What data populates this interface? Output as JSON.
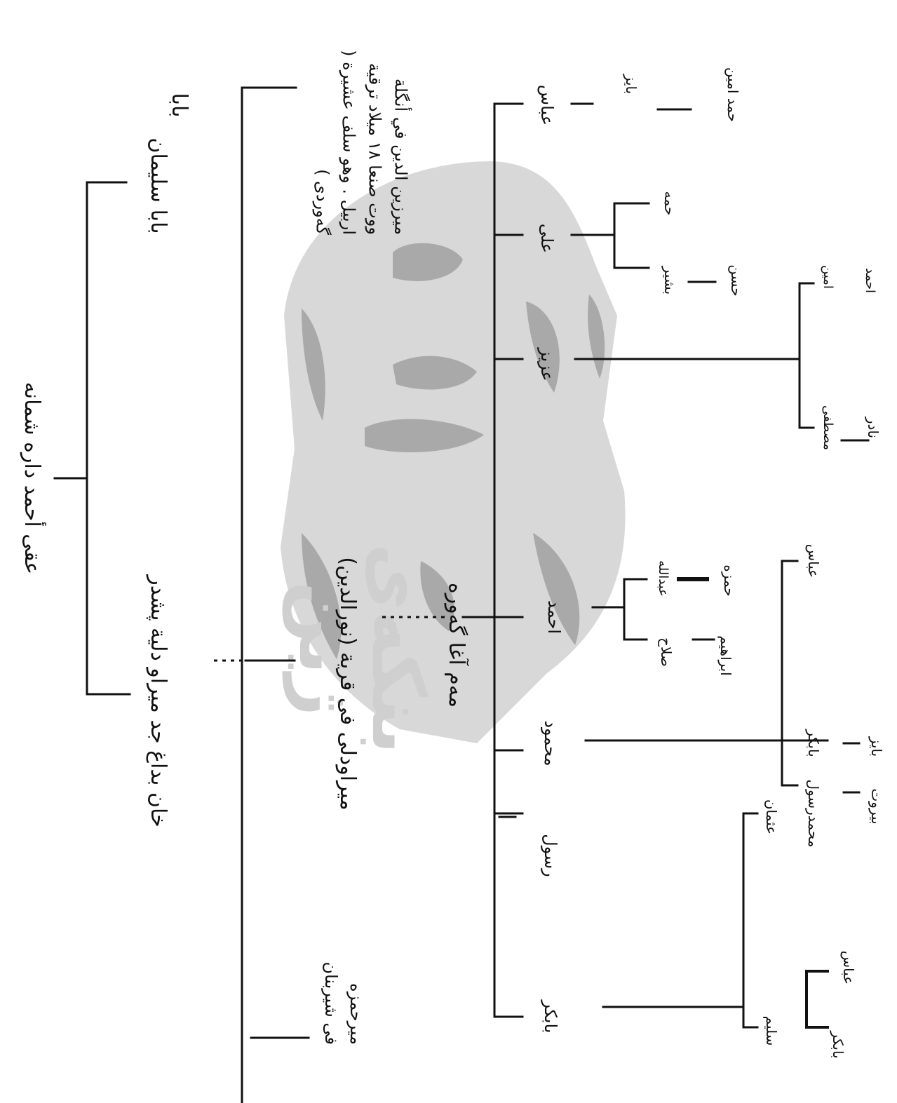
{
  "title": "عقی أحمد داره شمانه",
  "branches": {
    "baba_sliman": "بابا سلیمان",
    "baba": "بابا",
    "khan_budagh": "خان بداغ جد میراو دلیة پشدر",
    "mirzain": "میرزین الدین في أنگلة ووت صنعا ١٨ میلاد ترقية اربيل . وهو سلف عشيرة ( گەوردی )",
    "miraw": "میراودلی فی قریة (نورالدين)",
    "mirhamza": "میرحمزه فی شیربنان",
    "mam_agha": "مه‌م آغا گەوره"
  },
  "level2": {
    "abbas": "عباس",
    "ali": "علی",
    "aziz": "عزیز",
    "ahmad": "احمد",
    "mahmud": "محمود",
    "rasul": "رسول",
    "babakr": "بابكر"
  },
  "level3": {
    "bayiz": "بایز",
    "hama_amin": "حمد امین",
    "hama": "حمه",
    "bashir": "بشیر",
    "hasan": "حسن",
    "amin": "امین",
    "mustafa": "مصطفی",
    "ahmad": "احمد",
    "nadir": "نادر",
    "abdullah": "عبدالله",
    "hamza": "حمزه",
    "salah": "صلاح",
    "ibrahim": "ابراهیم",
    "abbas": "عباس",
    "bakr": "بابكر",
    "bayiz2": "بایز",
    "mahmud_ahmad": "محمدرسول",
    "bayazid": "بیروت",
    "osman": "عثمان",
    "abbas2": "عباس",
    "salim": "سلیم",
    "babakr2": "بابكر"
  },
  "watermark": "بنکەی ژین"
}
